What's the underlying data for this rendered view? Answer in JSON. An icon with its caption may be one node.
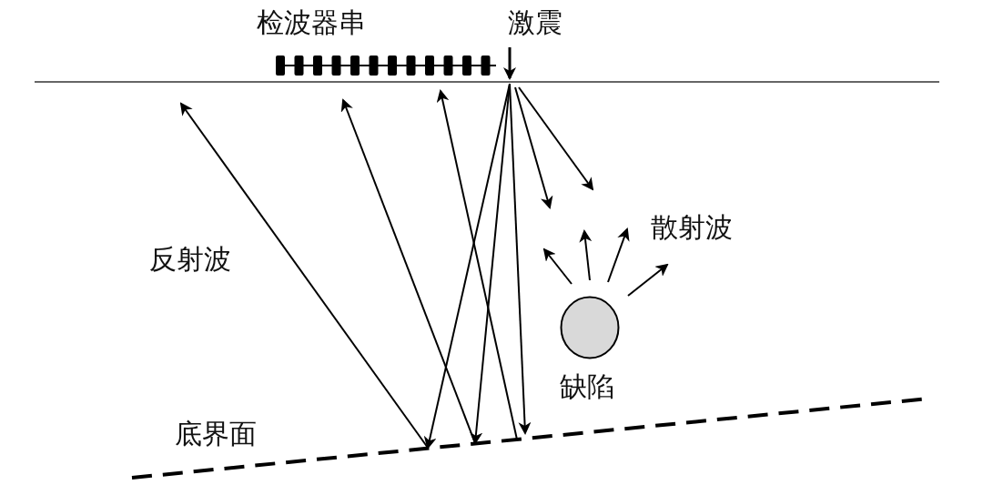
{
  "diagram": {
    "nodes": [
      {
        "text": [],
        "shape": "circle",
        "beside": [
          "缺陷"
        ]
      }
    ],
    "labels": [
      "检波器串",
      "激震",
      "散射波",
      "反射波",
      "底界面"
    ]
  }
}
